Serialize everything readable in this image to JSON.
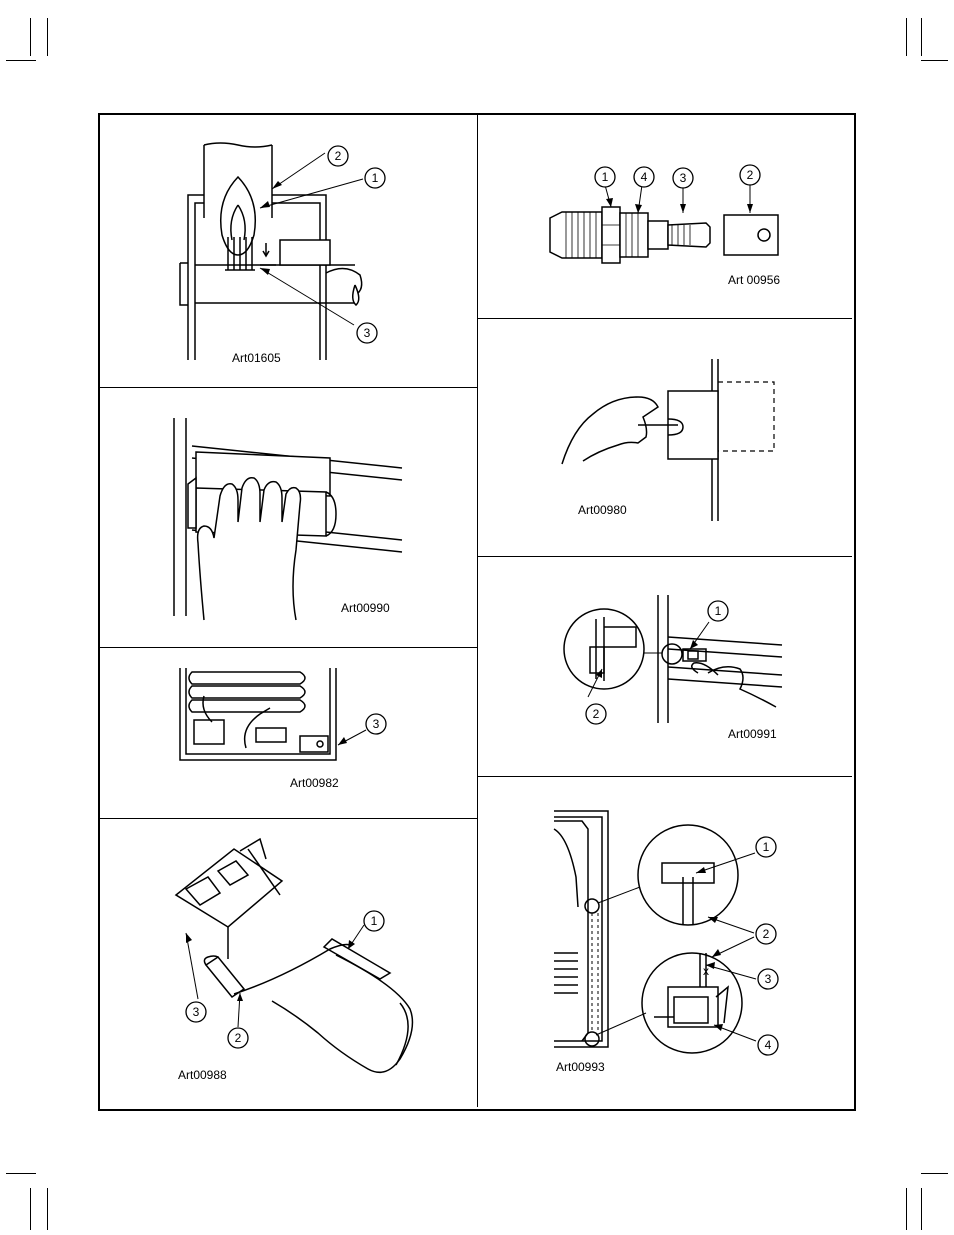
{
  "figures": {
    "art01605": {
      "caption": "Art01605",
      "callouts": [
        "1",
        "2",
        "3"
      ]
    },
    "art00956": {
      "caption": "Art 00956",
      "callouts": [
        "1",
        "4",
        "3",
        "2"
      ]
    },
    "art00980": {
      "caption": "Art00980"
    },
    "art00990": {
      "caption": "Art00990"
    },
    "art00991": {
      "caption": "Art00991",
      "callouts": [
        "1",
        "2"
      ]
    },
    "art00982": {
      "caption": "Art00982",
      "callouts": [
        "3"
      ]
    },
    "art00993": {
      "caption": "Art00993",
      "callouts": [
        "1",
        "2",
        "3",
        "4"
      ],
      "mark": "x"
    },
    "art00988": {
      "caption": "Art00988",
      "callouts": [
        "1",
        "2",
        "3"
      ]
    }
  }
}
